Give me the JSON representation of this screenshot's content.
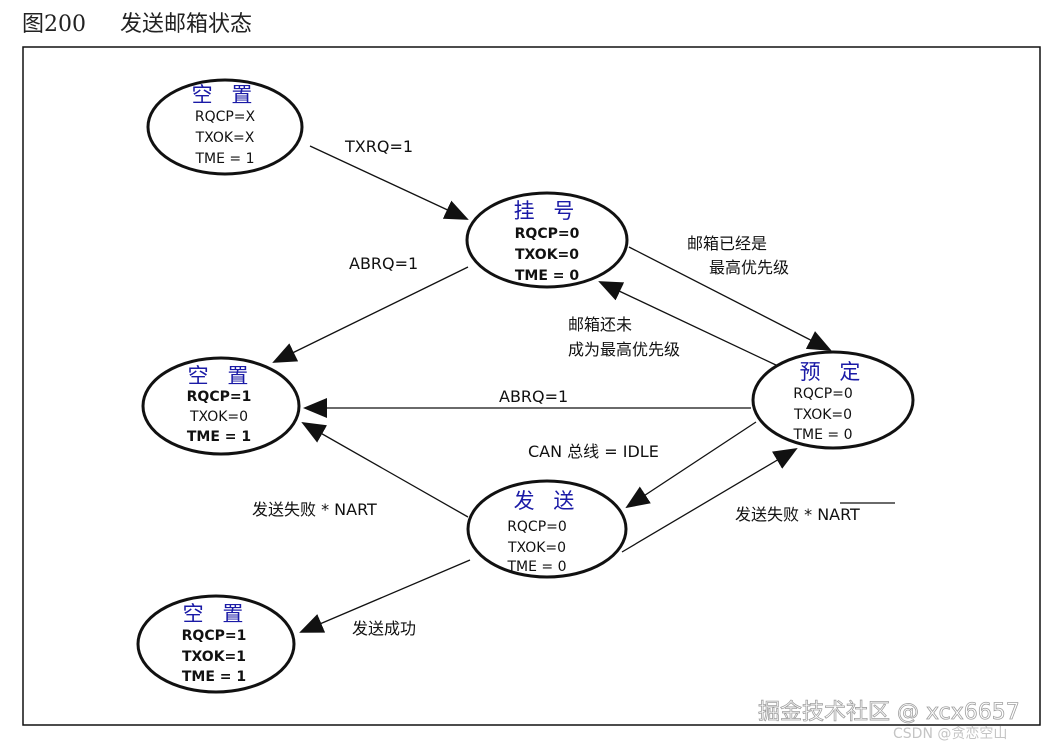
{
  "figure": {
    "number": "图200",
    "title": "发送邮箱状态"
  },
  "states": {
    "empty_top": {
      "title": "空 置",
      "lines": [
        "RQCP=X",
        "TXOK=X",
        "TME = 1"
      ],
      "bold": false
    },
    "pending": {
      "title": "挂 号",
      "lines": [
        "RQCP=0",
        "TXOK=0",
        "TME = 0"
      ],
      "bold": true
    },
    "scheduled": {
      "title": "预 定",
      "lines": [
        "RQCP=0",
        "TXOK=0",
        "TME = 0"
      ],
      "bold": false
    },
    "empty_mid": {
      "title": "空 置",
      "lines": [
        "RQCP=1",
        "TXOK=0",
        "TME = 1"
      ],
      "bold_lines": [
        true,
        false,
        true
      ]
    },
    "transmit": {
      "title": "发 送",
      "lines": [
        "RQCP=0",
        "TXOK=0",
        "TME = 0"
      ],
      "bold": false
    },
    "empty_bottom": {
      "title": "空 置",
      "lines": [
        "RQCP=1",
        "TXOK=1",
        "TME = 1"
      ],
      "bold": true
    }
  },
  "transitions": {
    "txrq": "TXRQ=1",
    "abrq_pending": "ABRQ=1",
    "highest_priority_1": "邮箱已经是",
    "highest_priority_2": "最高优先级",
    "not_highest_1": "邮箱还未",
    "not_highest_2": "成为最高优先级",
    "abrq_scheduled": "ABRQ=1",
    "can_idle": "CAN 总线 = IDLE",
    "fail_nart": "发送失败 * NART",
    "fail_not_nart_prefix": "发送失败 * ",
    "fail_not_nart_overlined": "NART",
    "success": "发送成功"
  },
  "watermarks": {
    "main": "掘金技术社区 @ xcx6657",
    "sub": "CSDN @贪恋空山"
  },
  "colors": {
    "title_blue": "#1a1aa6",
    "line": "#111111"
  }
}
